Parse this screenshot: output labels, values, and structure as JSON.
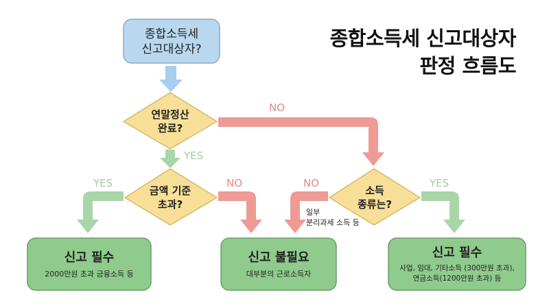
{
  "title": {
    "line1": "종합소득세 신고대상자",
    "line2": "판정 흐름도"
  },
  "nodes": {
    "start": {
      "line1": "종합소득세",
      "line2": "신고대상자?"
    },
    "decision_year_end": {
      "line1": "연말정산",
      "line2": "완료?"
    },
    "decision_amount": {
      "line1": "금액 기준",
      "line2": "초과?"
    },
    "decision_income_type": {
      "line1": "소득",
      "line2": "종류는?"
    },
    "result_left": {
      "title": "신고 필수",
      "sub1": "2000만원 초과 금융소득 등"
    },
    "result_middle": {
      "title": "신고 불필요",
      "sub1": "대부분의 근로소득자"
    },
    "result_right": {
      "title": "신고 필수",
      "sub1": "사업, 임대, 기타소득 (300만원 초과),",
      "sub2": "연금소득(1200만원 초과) 등"
    }
  },
  "edge_labels": {
    "year_end_no": "NO",
    "year_end_yes": "YES",
    "amount_yes": "YES",
    "amount_no": "NO",
    "income_type_no": "NO",
    "income_type_yes": "YES",
    "income_type_no_note1": "일부",
    "income_type_no_note2": "분리과세 소득 등"
  },
  "colors": {
    "start_fill": "#b9d8ef",
    "decision_fill": "#f7df98",
    "result_fill": "#8fcb8c",
    "yes_arrow": "#a9d6a8",
    "no_arrow": "#ee9a95",
    "start_arrow": "#a8cdee"
  }
}
